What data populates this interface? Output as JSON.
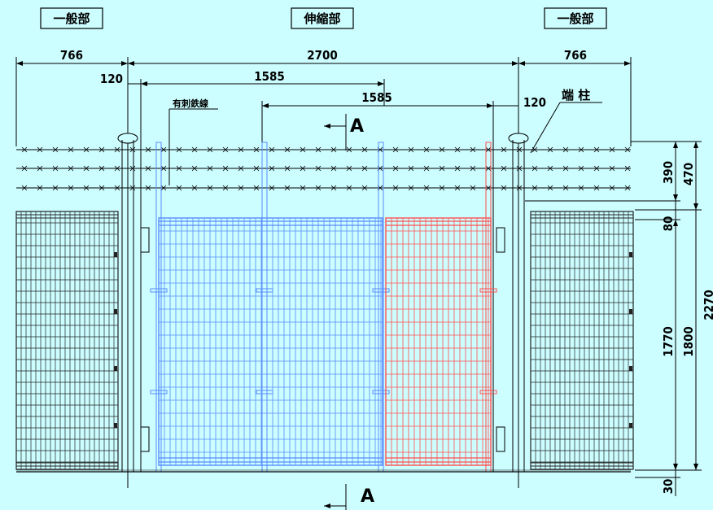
{
  "sections": {
    "left": "一般部",
    "center": "伸縮部",
    "right": "一般部"
  },
  "dimensions": {
    "left_width": "766",
    "center_width": "2700",
    "right_width": "766",
    "left_post_offset": "120",
    "right_post_offset": "120",
    "gate_span_1": "1585",
    "gate_span_2": "1585",
    "wire_zone": "390",
    "top_zone": "470",
    "gap_80": "80",
    "mesh_height": "1770",
    "panel_height": "1800",
    "total_height": "2270",
    "base_30": "30"
  },
  "labels": {
    "barbed_wire": "有刺鉄線",
    "end_post": "端 柱",
    "section_mark_top": "A",
    "section_mark_bottom": "A"
  },
  "colors": {
    "background": "#ccfdff",
    "blue_gate": "#5a8cff",
    "red_gate": "#ff5050",
    "mesh_dark": "#222222"
  }
}
